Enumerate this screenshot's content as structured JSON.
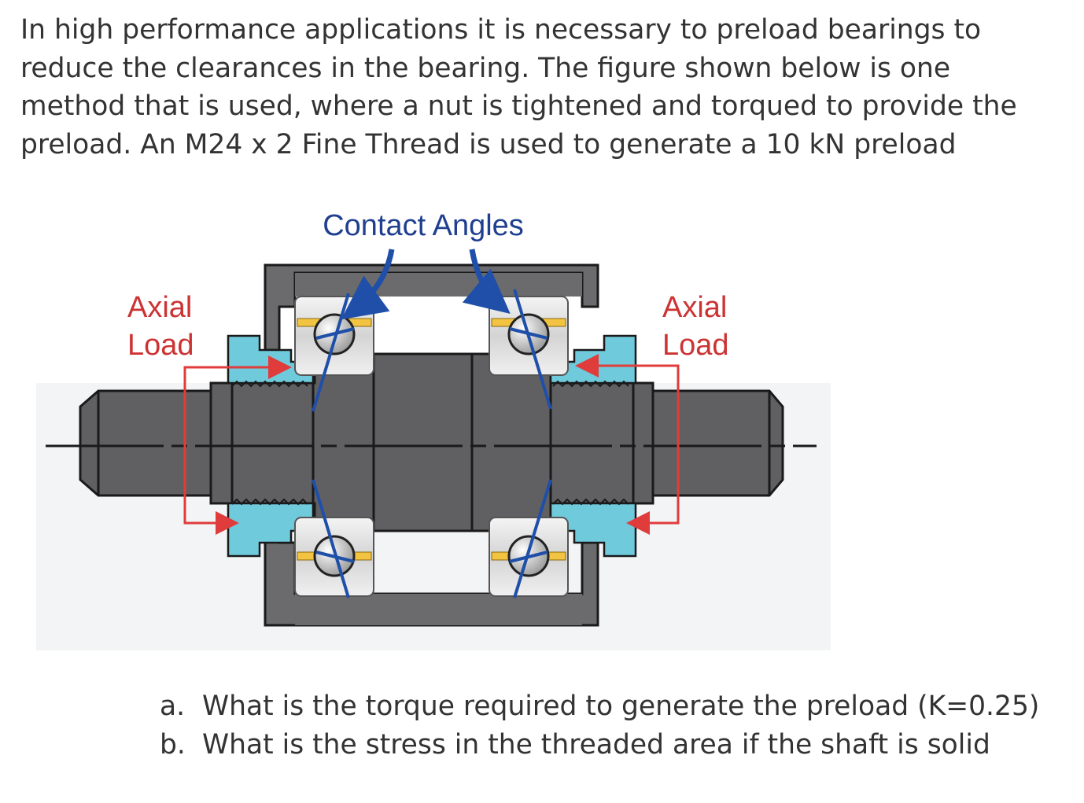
{
  "intro": {
    "lines": [
      "In high performance applications it is necessary to preload bearings to",
      "reduce the clearances in the bearing.  The figure shown below is one",
      "method that is used, where a nut is tightened and torqued to provide the",
      "preload.  An M24 x 2 Fine Thread is used to generate a 10 kN preload"
    ]
  },
  "figure": {
    "title": "Contact Angles",
    "left_label": [
      "Axial",
      "Load"
    ],
    "right_label": [
      "Axial",
      "Load"
    ],
    "colors": {
      "housing": "#6b6b6d",
      "shaft": "#5f5f61",
      "nut": "#6fcbdc",
      "arrow": "#e03c3c",
      "contact_line": "#1f4fa8",
      "label_red": "#cc3333",
      "label_blue": "#1f3f8f"
    }
  },
  "questions": [
    {
      "marker": "a.",
      "text": "What is the torque required to generate the preload (K=0.25)"
    },
    {
      "marker": "b.",
      "text": "What is the stress in the threaded area if the shaft is solid"
    }
  ]
}
